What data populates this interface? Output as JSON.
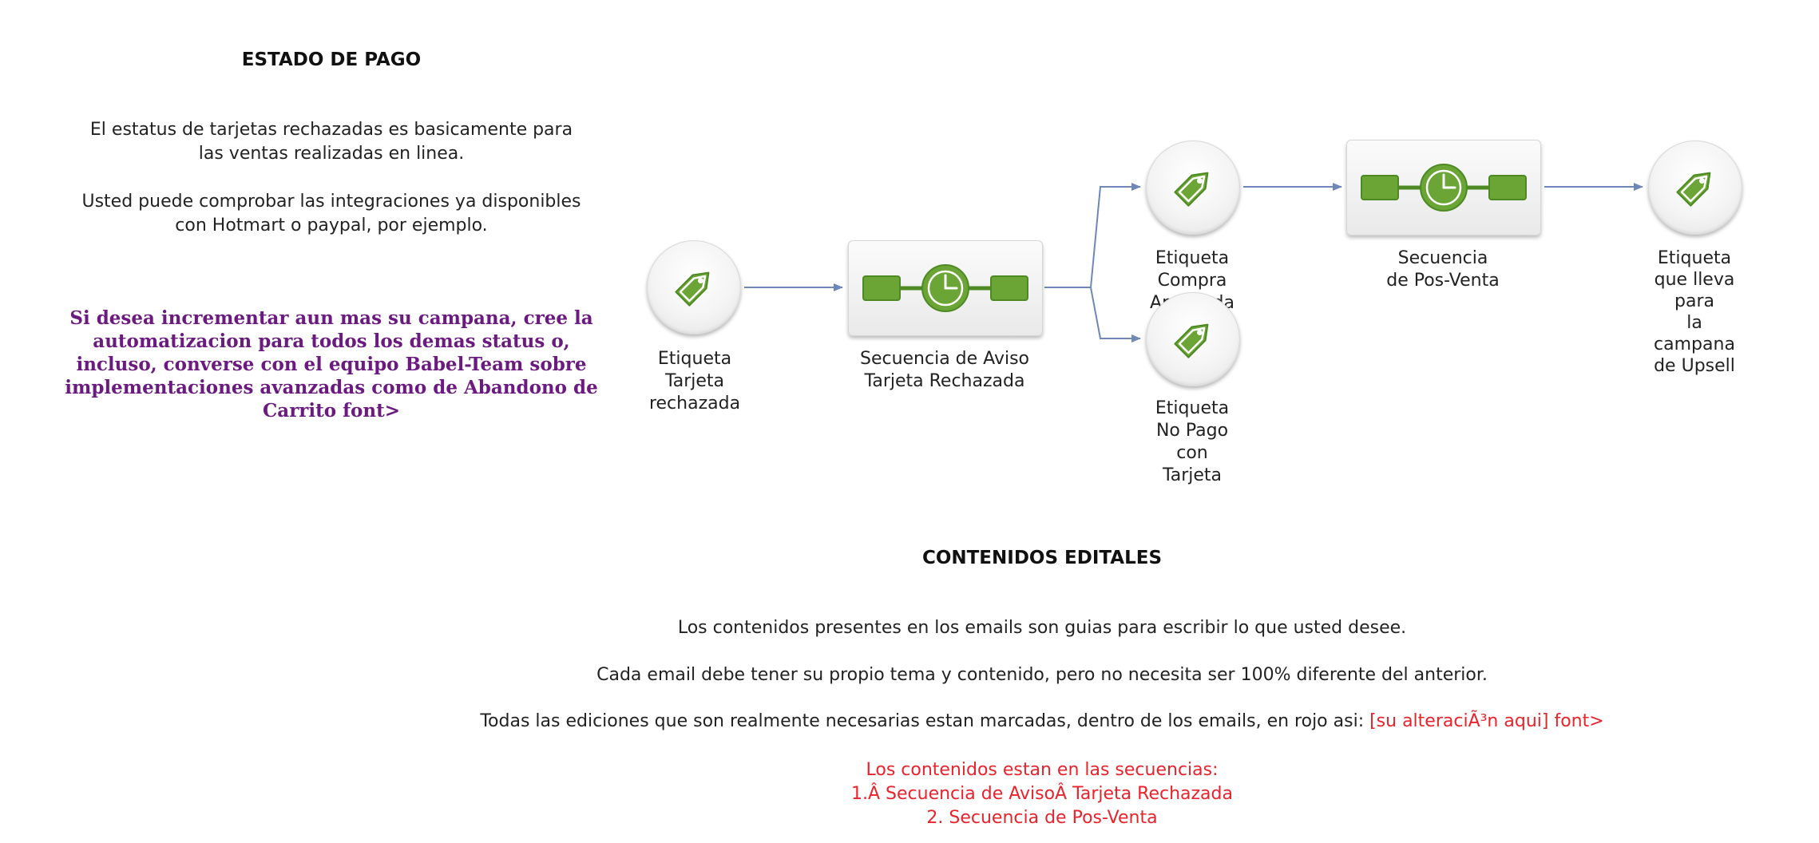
{
  "left": {
    "title": "ESTADO DE PAGO",
    "p1_line1": "El estatus de tarjetas rechazadas es basicamente para",
    "p1_line2": "las ventas realizadas en linea.",
    "p2_line1": "Usted puede comprobar las integraciones ya disponibles",
    "p2_line2": "con Hotmart o paypal, por ejemplo.",
    "purple_lines": [
      "Si desea incrementar aun mas su campana, cree la",
      "automatizacion para todos los demas status o,",
      "incluso, converse con el equipo Babel-Team sobre",
      "implementaciones avanzadas como de Abandono de",
      "Carrito font>"
    ]
  },
  "diagram": {
    "nodes": [
      {
        "kind": "tag",
        "lines": [
          "Etiqueta",
          "Tarjeta",
          "rechazada"
        ]
      },
      {
        "kind": "sequence",
        "lines": [
          "Secuencia de Aviso",
          "Tarjeta Rechazada"
        ]
      },
      {
        "kind": "tag",
        "lines": [
          "Etiqueta",
          "Compra",
          "Aprobada"
        ]
      },
      {
        "kind": "tag",
        "lines": [
          "Etiqueta",
          "No Pago",
          "con",
          "Tarjeta"
        ]
      },
      {
        "kind": "sequence",
        "lines": [
          "Secuencia",
          "de Pos-Venta"
        ]
      },
      {
        "kind": "tag",
        "lines": [
          "Etiqueta",
          "que lleva",
          "para",
          "la",
          "campana",
          "de Upsell"
        ]
      }
    ],
    "colors": {
      "arrow": "#6f87b8",
      "green": "#6aa535",
      "green_dark": "#4e8a24"
    }
  },
  "bottom": {
    "title": "CONTENIDOS EDITALES",
    "line1": "Los contenidos presentes en los emails son guias para escribir lo que usted desee.",
    "line2": "Cada email debe tener su propio tema y contenido, pero no necesita ser 100% diferente del anterior.",
    "line3_black": "Todas las ediciones que son realmente necesarias estan marcadas, dentro de los emails, en rojo asi: ",
    "line3_red": "[su alteraciÃ³n aqui] font>",
    "red_lines": [
      "Los contenidos estan en las secuencias:",
      "1.Â  Secuencia de AvisoÂ Tarjeta Rechazada",
      "2. Secuencia de Pos-Venta"
    ]
  }
}
